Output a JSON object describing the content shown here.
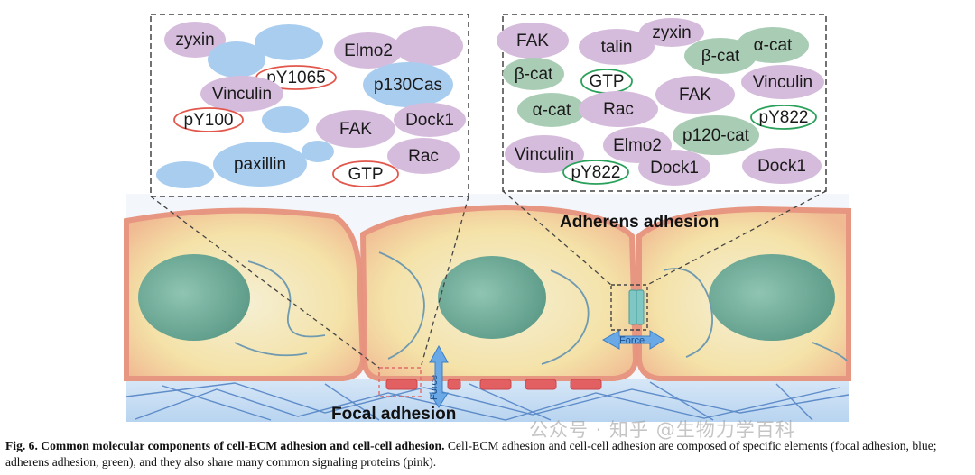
{
  "focal_panel": {
    "molecules": [
      {
        "label": "zyxin",
        "group": "shared"
      },
      {
        "label": "",
        "group": "focal"
      },
      {
        "label": "",
        "group": "focal"
      },
      {
        "label": "Elmo2",
        "group": "shared"
      },
      {
        "label": "",
        "group": "shared"
      },
      {
        "label": "pY1065",
        "group": "phospho-focal"
      },
      {
        "label": "p130Cas",
        "group": "focal"
      },
      {
        "label": "Vinculin",
        "group": "shared"
      },
      {
        "label": "pY100",
        "group": "phospho-focal"
      },
      {
        "label": "",
        "group": "focal"
      },
      {
        "label": "FAK",
        "group": "shared"
      },
      {
        "label": "Dock1",
        "group": "shared"
      },
      {
        "label": "Rac",
        "group": "shared"
      },
      {
        "label": "",
        "group": "focal"
      },
      {
        "label": "paxillin",
        "group": "focal"
      },
      {
        "label": "",
        "group": "focal"
      },
      {
        "label": "GTP",
        "group": "phospho-focal"
      }
    ]
  },
  "adherens_panel": {
    "molecules": [
      {
        "label": "FAK",
        "group": "shared"
      },
      {
        "label": "talin",
        "group": "shared"
      },
      {
        "label": "zyxin",
        "group": "shared"
      },
      {
        "label": "β-cat",
        "group": "adherens"
      },
      {
        "label": "α-cat",
        "group": "adherens"
      },
      {
        "label": "β-cat",
        "group": "adherens"
      },
      {
        "label": "GTP",
        "group": "phospho-adherens"
      },
      {
        "label": "FAK",
        "group": "shared"
      },
      {
        "label": "Vinculin",
        "group": "shared"
      },
      {
        "label": "α-cat",
        "group": "adherens"
      },
      {
        "label": "Rac",
        "group": "shared"
      },
      {
        "label": "pY822",
        "group": "phospho-adherens"
      },
      {
        "label": "p120-cat",
        "group": "adherens"
      },
      {
        "label": "Vinculin",
        "group": "shared"
      },
      {
        "label": "Elmo2",
        "group": "shared"
      },
      {
        "label": "Dock1",
        "group": "shared"
      },
      {
        "label": "pY822",
        "group": "phospho-adherens"
      },
      {
        "label": "Dock1",
        "group": "shared"
      }
    ]
  },
  "labels": {
    "adherens": "Adherens adhesion",
    "focal": "Focal adhesion",
    "force_vertical": "Force",
    "force_horizontal": "Force"
  },
  "caption": {
    "lead": "Fig. 6.  Common molecular components of cell-ECM adhesion and cell-cell adhesion.",
    "body": " Cell-ECM adhesion and cell-cell adhesion are composed of specific elements (focal adhesion, blue; adherens adhesion, green), and they also share many common signaling proteins (pink)."
  },
  "watermark": "公众号 · 知乎 @生物力学百科",
  "colors": {
    "shared": "#d6bcdc",
    "focal": "#a9cdef",
    "adherens": "#a9ccb4",
    "phospho_focal_ring": "#e2574c",
    "phospho_adherens_ring": "#2aa15a",
    "nucleus": "#7fb7a4",
    "cell_fill": "#f4e7b8",
    "membrane": "#e7937e",
    "ecm": "#4d7fc2",
    "focal_block": "#e25f62"
  }
}
